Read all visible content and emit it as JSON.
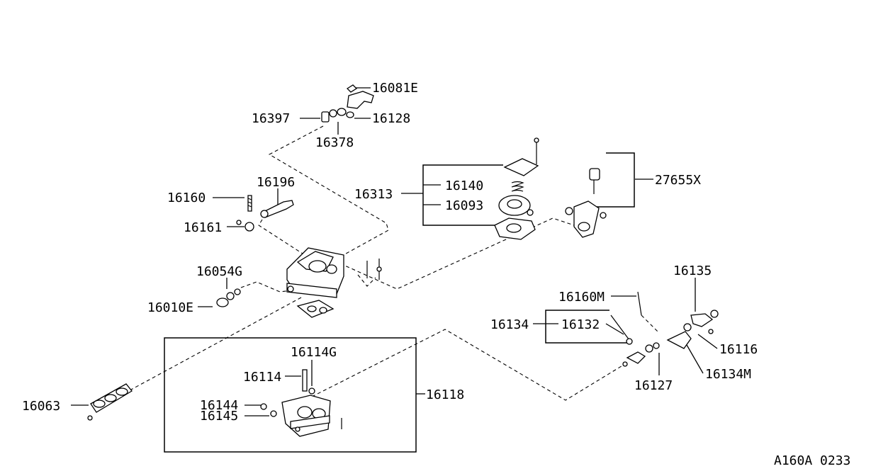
{
  "diagram_code": "A160A 0233",
  "parts": {
    "p16081e": "16081E",
    "p16397": "16397",
    "p16128": "16128",
    "p16378": "16378",
    "p16196": "16196",
    "p16160": "16160",
    "p16161": "16161",
    "p16313": "16313",
    "p16140": "16140",
    "p16093": "16093",
    "p27655x": "27655X",
    "p16054g": "16054G",
    "p16010e": "16010E",
    "p16135": "16135",
    "p16160m": "16160M",
    "p16134": "16134",
    "p16132": "16132",
    "p16116": "16116",
    "p16134m": "16134M",
    "p16127": "16127",
    "p16114g": "16114G",
    "p16114": "16114",
    "p16118": "16118",
    "p16063": "16063",
    "p16144": "16144",
    "p16145": "16145"
  }
}
